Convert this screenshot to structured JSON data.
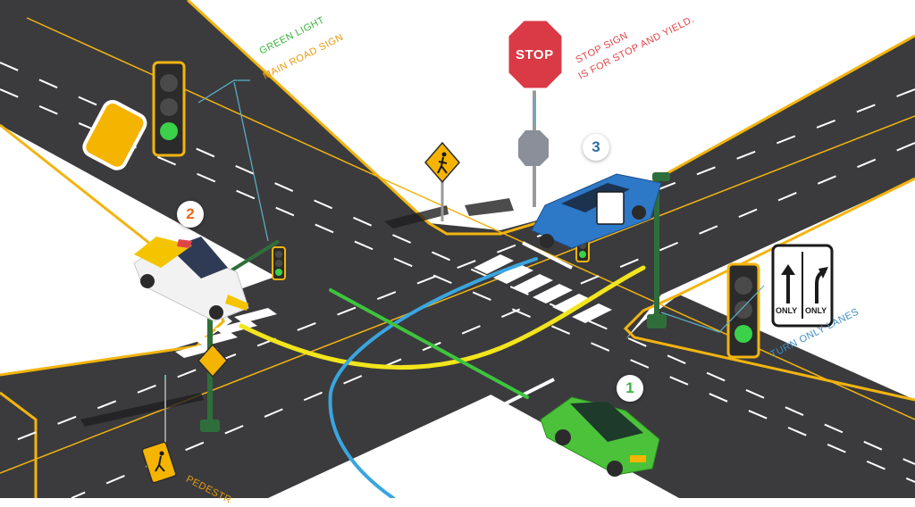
{
  "callouts": {
    "green_light_line1": "GREEN LIGHT",
    "green_light_line2": "MAIN ROAD SIGN",
    "stop_sign_line1": "STOP SIGN",
    "stop_sign_line2": "IS FOR STOP AND YIELD.",
    "turn_only_lanes": "TURN ONLY LANES",
    "pedestrian_partial": "PEDESTR"
  },
  "stop_sign_text": "STOP",
  "turn_sign": {
    "left_label": "ONLY",
    "right_label": "ONLY"
  },
  "car_numbers": {
    "green_car": "1",
    "white_car": "2",
    "blue_car": "3"
  },
  "colors": {
    "road": "#3b3b3d",
    "road_edge": "#f2b410",
    "curb": "#9a9a9a",
    "green_car": "#4cc23a",
    "blue_car": "#2e78c8",
    "white_car": "#f2f2f2",
    "taxi_yellow": "#f5c400",
    "path_yellow": "#f2e51c",
    "path_blue": "#39a6e0",
    "path_green": "#3ec43e",
    "pole": "#2f6e3a",
    "stop_red": "#d93a45"
  },
  "icons": [
    "traffic-light-icon",
    "stop-sign-icon",
    "pedestrian-sign-icon",
    "turn-only-sign-icon",
    "street-light-icon"
  ]
}
